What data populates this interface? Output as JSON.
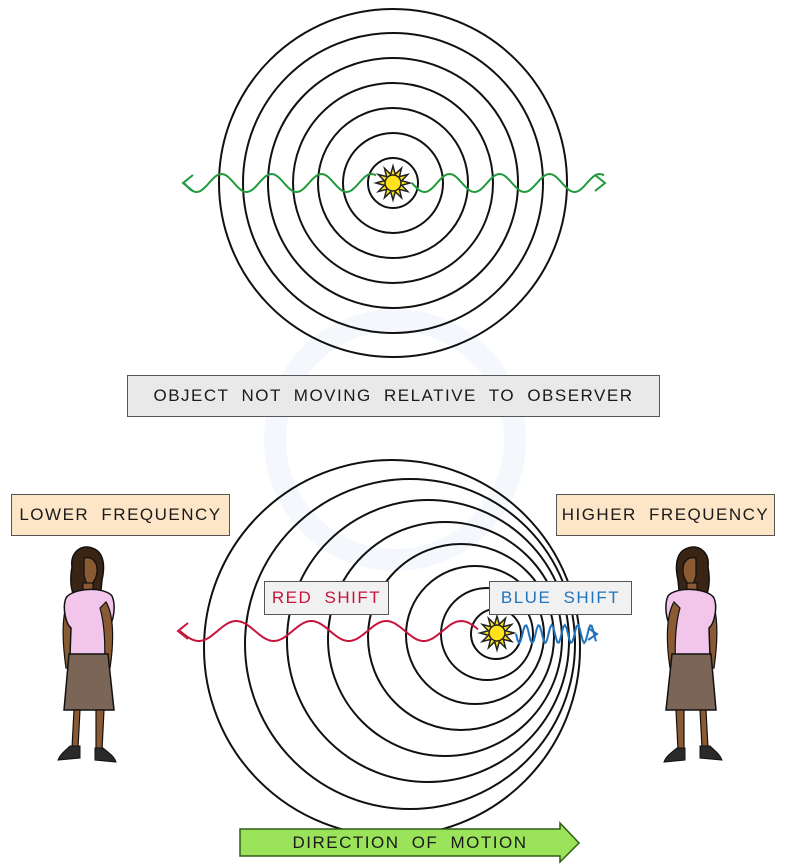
{
  "labels": {
    "static": "OBJECT NOT MOVING RELATIVE TO OBSERVER",
    "lower": "LOWER FREQUENCY",
    "higher": "HIGHER FREQUENCY",
    "red_shift": "RED SHIFT",
    "blue_shift": "BLUE SHIFT",
    "motion": "DIRECTION OF MOTION"
  },
  "colors": {
    "green_wave": "#1f9a3c",
    "red_wave": "#c8143c",
    "blue_wave": "#1f74bd",
    "sun": "#ffe21a",
    "motion_arrow": "#9be35a",
    "shirt": "#f1c6ea",
    "skirt": "#7a6556",
    "skin": "#8a5a33",
    "hair": "#3a2414"
  }
}
